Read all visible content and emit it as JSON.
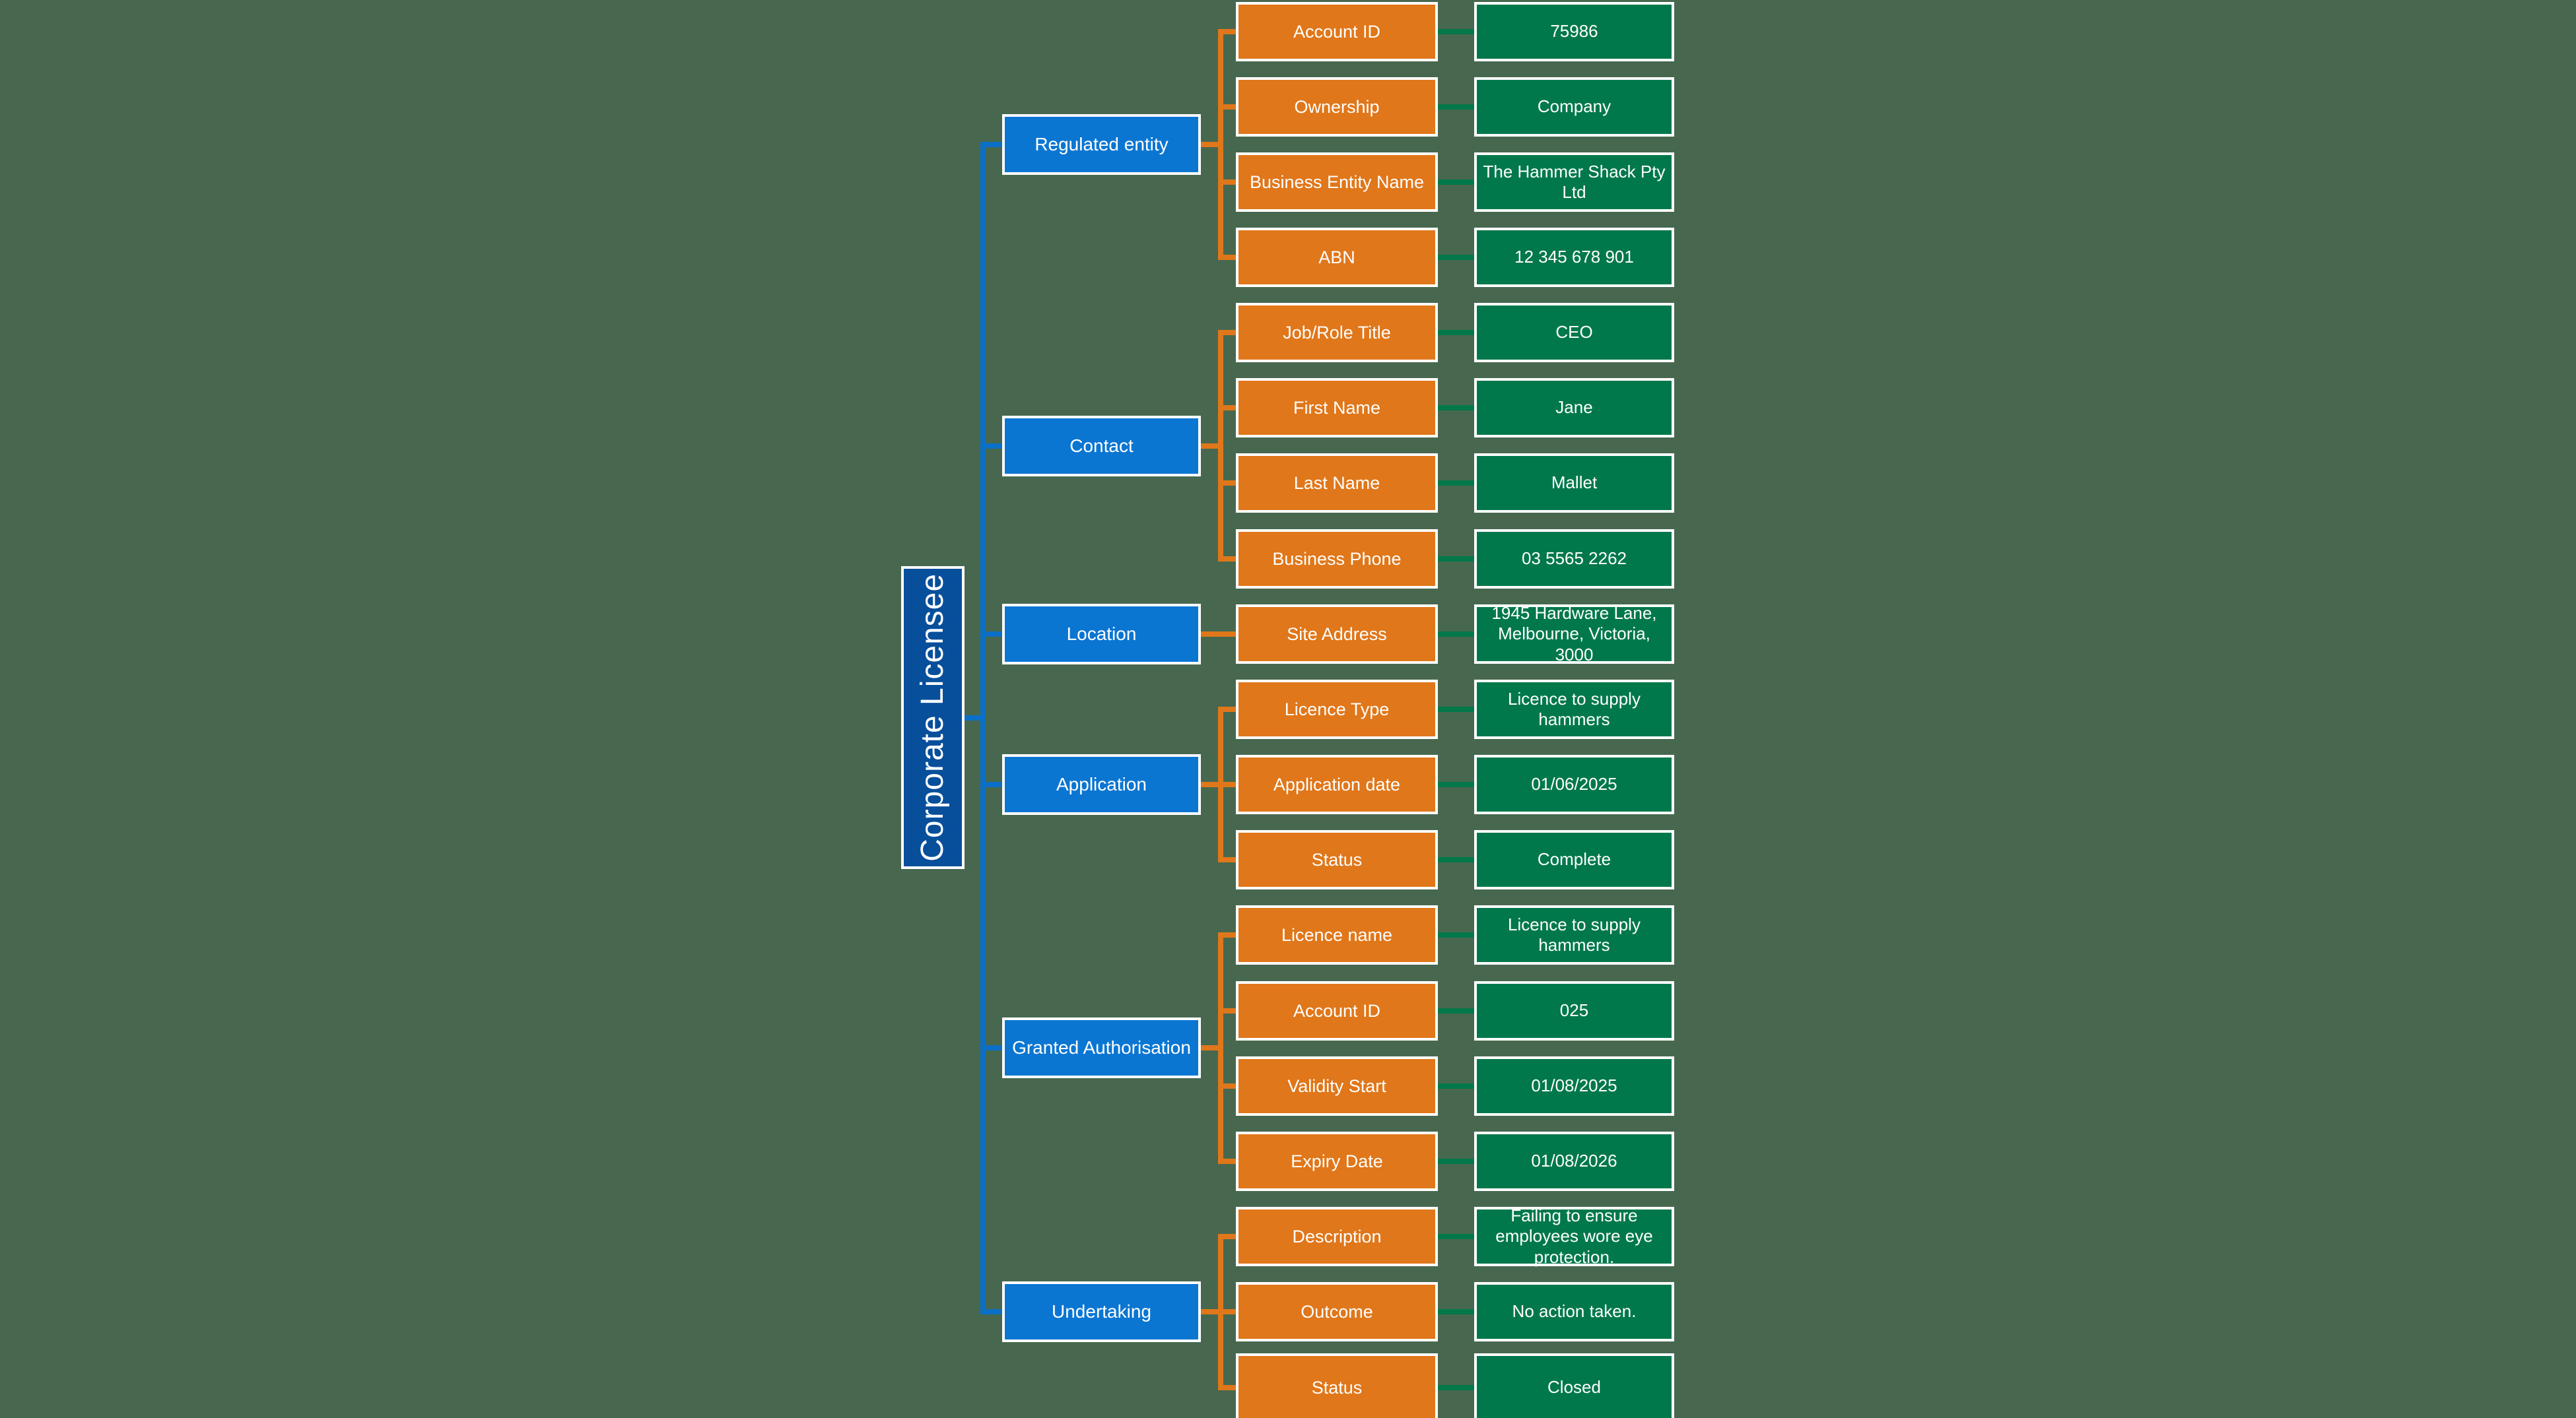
{
  "diagram": {
    "root_label": "Corporate Licensee",
    "groups": [
      {
        "label": "Regulated entity",
        "fields": [
          {
            "label": "Account ID",
            "value": "75986"
          },
          {
            "label": "Ownership",
            "value": "Company"
          },
          {
            "label": "Business Entity Name",
            "value": "The Hammer Shack Pty Ltd"
          },
          {
            "label": "ABN",
            "value": "12 345 678 901"
          }
        ]
      },
      {
        "label": "Contact",
        "fields": [
          {
            "label": "Job/Role Title",
            "value": "CEO"
          },
          {
            "label": "First Name",
            "value": "Jane"
          },
          {
            "label": "Last Name",
            "value": "Mallet"
          },
          {
            "label": "Business Phone",
            "value": "03 5565 2262"
          }
        ]
      },
      {
        "label": "Location",
        "fields": [
          {
            "label": "Site Address",
            "value": "1945 Hardware Lane, Melbourne, Victoria, 3000"
          }
        ]
      },
      {
        "label": "Application",
        "fields": [
          {
            "label": "Licence Type",
            "value": "Licence to supply hammers"
          },
          {
            "label": "Application date",
            "value": "01/06/2025"
          },
          {
            "label": "Status",
            "value": "Complete"
          }
        ]
      },
      {
        "label": "Granted Authorisation",
        "fields": [
          {
            "label": "Licence name",
            "value": "Licence to supply hammers"
          },
          {
            "label": "Account ID",
            "value": "025"
          },
          {
            "label": "Validity Start",
            "value": "01/08/2025"
          },
          {
            "label": "Expiry Date",
            "value": "01/08/2026"
          }
        ]
      },
      {
        "label": "Undertaking",
        "fields": [
          {
            "label": "Description",
            "value": "Failing to ensure employees wore eye protection."
          },
          {
            "label": "Outcome",
            "value": "No action taken."
          },
          {
            "label": "Status",
            "value": "Closed"
          }
        ]
      }
    ]
  },
  "colors": {
    "background": "#47684F",
    "root_box": "#084F9B",
    "category_box": "#0B76D2",
    "field_box": "#E0771A",
    "value_box": "#00784B",
    "blue_connector": "#0A70C8",
    "orange_connector": "#E0771A",
    "green_connector": "#00784A",
    "border": "#FFFFFF",
    "text": "#FFFFFF"
  }
}
